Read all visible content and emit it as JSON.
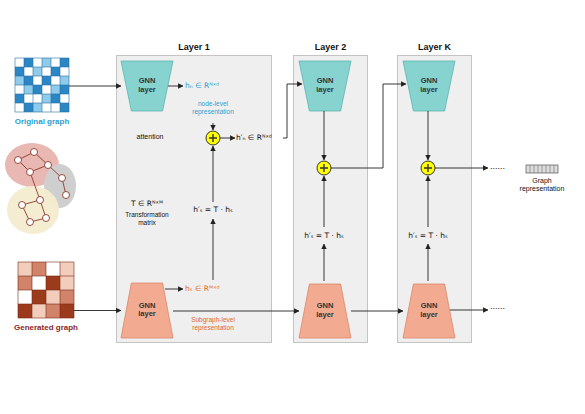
{
  "diagram": {
    "nodes": [
      {
        "text": [
          "Original graph"
        ]
      },
      {
        "text": [
          "Generated graph"
        ]
      },
      {
        "text": [
          "Layer 1"
        ]
      },
      {
        "text": [
          "GNN layer"
        ],
        "in": 2
      },
      {
        "text": [
          "GNN layer"
        ],
        "in": 2
      },
      {
        "text": [
          "Layer 2"
        ]
      },
      {
        "text": [
          "GNN layer"
        ],
        "in": 5
      },
      {
        "text": [
          "GNN layer"
        ],
        "in": 5
      },
      {
        "text": [
          "Layer K"
        ]
      },
      {
        "text": [
          "GNN layer"
        ],
        "in": 8
      },
      {
        "text": [
          "GNN layer"
        ],
        "in": 8
      },
      {
        "text": [
          "Graph representation"
        ]
      }
    ],
    "edges": [
      {
        "from": 0,
        "to": 3,
        "arrow": "to"
      },
      {
        "from": 1,
        "to": 4,
        "arrow": "to"
      },
      {
        "from": 4,
        "to": 7,
        "arrow": "to"
      },
      {
        "from": 7,
        "to": 10,
        "arrow": "to"
      }
    ],
    "labels": [
      "hₙ ∈ Rᴺˣᵈ",
      "node-level representation",
      "attention",
      "h′ₙ ∈ Rᴺˣᵈ",
      "T ∈ Rᴺˣᴹ",
      "Transformation matrix",
      "h′ₛ = T · hₛ",
      "hₛ ∈ Rᴹˣᵈ",
      "Subgraph-level representation",
      "h′ₛ = T · hₛ",
      "h′ₛ = T · hₛ",
      "......",
      "......"
    ]
  }
}
